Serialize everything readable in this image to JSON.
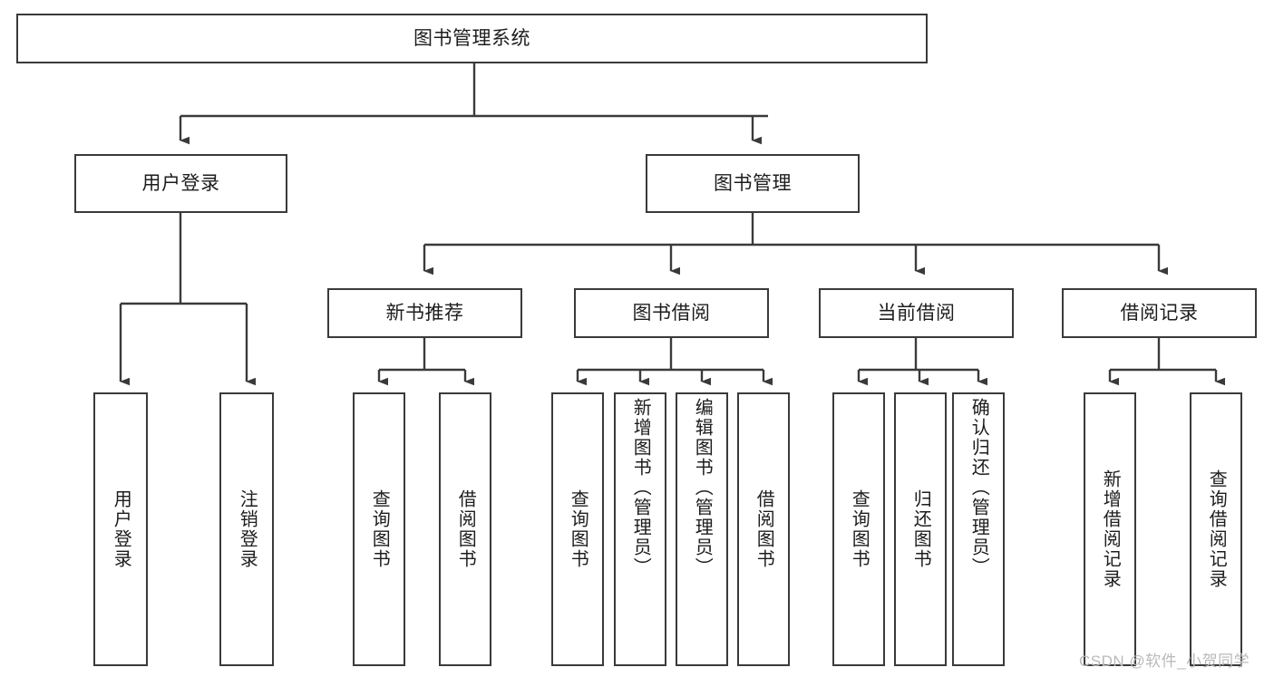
{
  "diagram": {
    "type": "hierarchy-tree",
    "title": "图书管理系统",
    "watermark": "CSDN @软件_小贺同学",
    "colors": {
      "stroke": "#3a3a3a",
      "background": "#ffffff",
      "text": "#1d1d1d",
      "watermark": "#b9b9b9"
    },
    "root": {
      "label": "图书管理系统"
    },
    "level2": [
      {
        "label": "用户登录"
      },
      {
        "label": "图书管理"
      }
    ],
    "level3": [
      {
        "label": "新书推荐"
      },
      {
        "label": "图书借阅"
      },
      {
        "label": "当前借阅"
      },
      {
        "label": "借阅记录"
      }
    ],
    "leaves": {
      "user_login": [
        {
          "label": "用户登录"
        },
        {
          "label": "注销登录"
        }
      ],
      "new_book_recommend": [
        {
          "label": "查询图书"
        },
        {
          "label": "借阅图书"
        }
      ],
      "book_borrow": [
        {
          "label": "查询图书"
        },
        {
          "label": "新增图书（管理员）"
        },
        {
          "label": "编辑图书（管理员）"
        },
        {
          "label": "借阅图书"
        }
      ],
      "current_borrow": [
        {
          "label": "查询图书"
        },
        {
          "label": "归还图书"
        },
        {
          "label": "确认归还（管理员）"
        }
      ],
      "borrow_record": [
        {
          "label": "新增借阅记录"
        },
        {
          "label": "查询借阅记录"
        }
      ]
    }
  }
}
